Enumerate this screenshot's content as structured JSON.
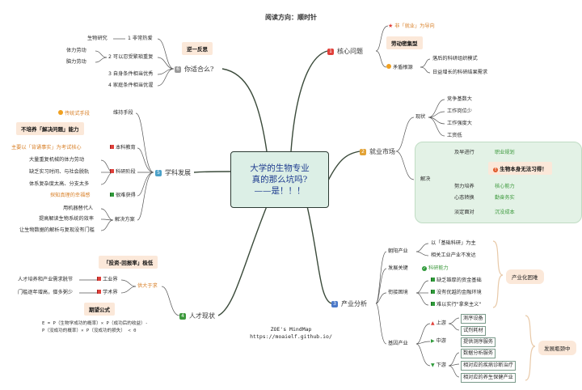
{
  "heading": "阅读方向：顺时针",
  "central": {
    "line1": "大学的生物专业",
    "line2": "真的那么坑吗?",
    "line3": "——是！！！"
  },
  "colors": {
    "b1": "#e0403a",
    "b2": "#e2a235",
    "b3": "#4a78c8",
    "b4": "#3e9a3e",
    "b5": "#4aa0c8",
    "b6": "#9a9a9a",
    "line": "#3a4a3a"
  },
  "core": {
    "label": "核心问题",
    "num": "1",
    "top": "非「就业」为导向",
    "callout": "劳动密集型",
    "mid": "矛盾根源",
    "items": [
      "落后的科研组织模式",
      "日益增长的科研结果需求"
    ]
  },
  "job": {
    "label": "就业市场",
    "num": "2",
    "status_label": "现状",
    "status_items": [
      "竞争基数大",
      "工作岗位少",
      "工作强度大",
      "工资低"
    ],
    "solution_label": "解决",
    "sol1_key": "及早进行",
    "sol1_val": "职业规划",
    "callout": "生物本身无法习得！",
    "sol2_key": "努力培养",
    "sol2_val": "核心能力",
    "sol3_key": "心态转换",
    "sol3_val": "勤奋务实",
    "sol4_key": "淡定面对",
    "sol4_val": "沉没成本"
  },
  "industry": {
    "label": "产业分析",
    "num": "3",
    "p1_label": "朝阳产业",
    "p1_items": [
      "以「基础科研」为主",
      "相关工业产业不发达"
    ],
    "p2_label": "发展关键",
    "p2_val": "科研能力",
    "p3_label": "衔接困境",
    "p3_items": [
      "缺乏雄厚的资金基础",
      "没有优越的金融环境",
      "难以实行\"拿来主义\""
    ],
    "tag1": "产业化困难",
    "p4_label": "基因产业",
    "up_label": "上游",
    "up_items": [
      "测序设备",
      "试剂耗材"
    ],
    "mid_label": "中游",
    "mid_items": [
      "提供测序服务"
    ],
    "down_label": "下游",
    "down_items": [
      "数据分析服务",
      "相对应的疾病诊断治疗",
      "相对应的养生保健产业"
    ],
    "tag2": "发展瓶颈中"
  },
  "life": {
    "label": "人才现状",
    "num": "4",
    "callout1": "「投资-回报率」极低",
    "item1_key": "供大于求",
    "item1_a_note": "人才培养和产业需求脱节",
    "item1_a": "工业界",
    "item1_b_note": "门槛逐年增高，僧多粥少",
    "item1_b": "学术界",
    "callout2": "期望公式",
    "formula1": "E = P（生物学成功的概率）× P（成功后的收益）-",
    "formula2": "P（没成功的概率）× P（没成功的损失）  < 0"
  },
  "discipline": {
    "label": "学科发展",
    "num": "5",
    "a_key": "传统式手段",
    "a_val": "维持手段",
    "callout": "不培养「解决问题」能力",
    "b_note": "主要以「背诵事实」为考试核心",
    "b_val": "本科教育",
    "c_items": [
      "大量重复机械的体力劳动",
      "缺乏实习时间、与社会脱轨",
      "体系复杂度太高、分支太多"
    ],
    "c_val": "科研阶段",
    "d_key": "探知真理的幸福感",
    "d_val": "很难获得",
    "e_items": [
      "用机器替代人",
      "提高解读生物系统的效率",
      "让生物数据的解析与复现没有门槛"
    ],
    "e_val": "解决方案"
  },
  "fit": {
    "label": "你适合么?",
    "num": "6",
    "callout": "逆一反思",
    "left_items": [
      "生物研究",
      "体力劳动",
      "脑力劳动"
    ],
    "num_items": [
      "1 非常热爱",
      "2 可以忍受繁琐重复",
      "3 自身条件相当优秀",
      "4 家庭条件相当优渥"
    ]
  },
  "credit": {
    "line1": "ZOE's MindMap",
    "line2": "https://moaielf.github.io/"
  }
}
